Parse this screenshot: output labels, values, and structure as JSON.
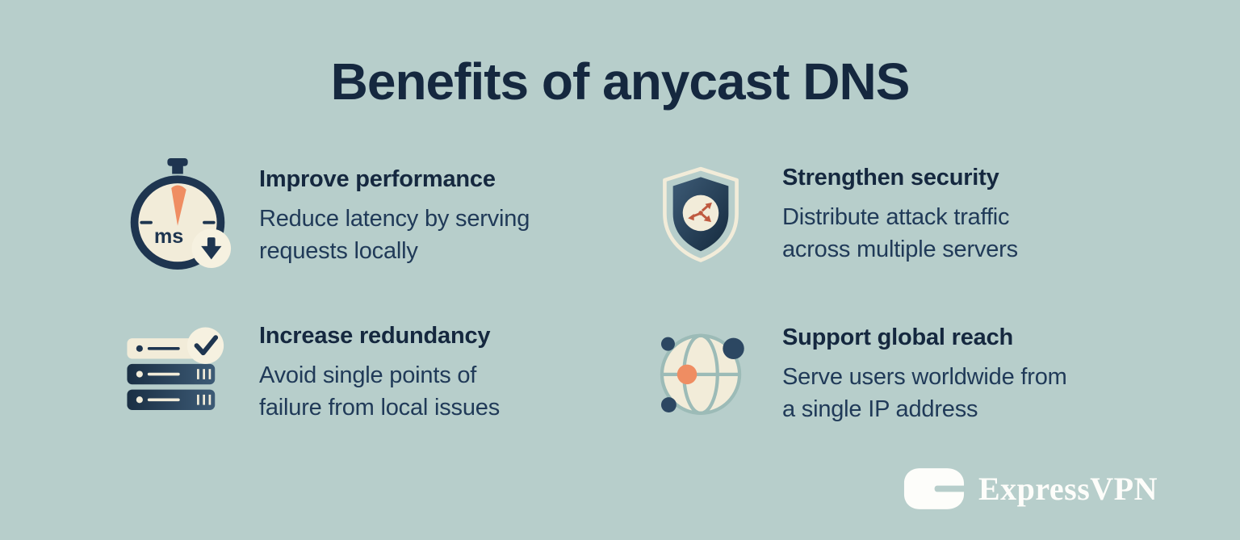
{
  "page": {
    "title": "Benefits of anycast DNS",
    "bg_color": "#b7cecb",
    "heading_color": "#15283f",
    "body_color": "#203a58",
    "cream_color": "#f2ecd9",
    "navy_color": "#1e3550",
    "orange_color": "#ef8d62"
  },
  "benefits": [
    {
      "icon": "stopwatch-icon",
      "heading": "Improve performance",
      "body": "Reduce latency by serving\nrequests locally"
    },
    {
      "icon": "shield-icon",
      "heading": "Strengthen security",
      "body": "Distribute attack traffic\nacross multiple servers"
    },
    {
      "icon": "server-stack-icon",
      "heading": "Increase redundancy",
      "body": "Avoid single points of\nfailure from local issues"
    },
    {
      "icon": "globe-icon",
      "heading": "Support global reach",
      "body": "Serve users worldwide from\na single IP address"
    }
  ],
  "icons": {
    "stopwatch_label": "ms"
  },
  "branding": {
    "logo_text": "ExpressVPN"
  }
}
